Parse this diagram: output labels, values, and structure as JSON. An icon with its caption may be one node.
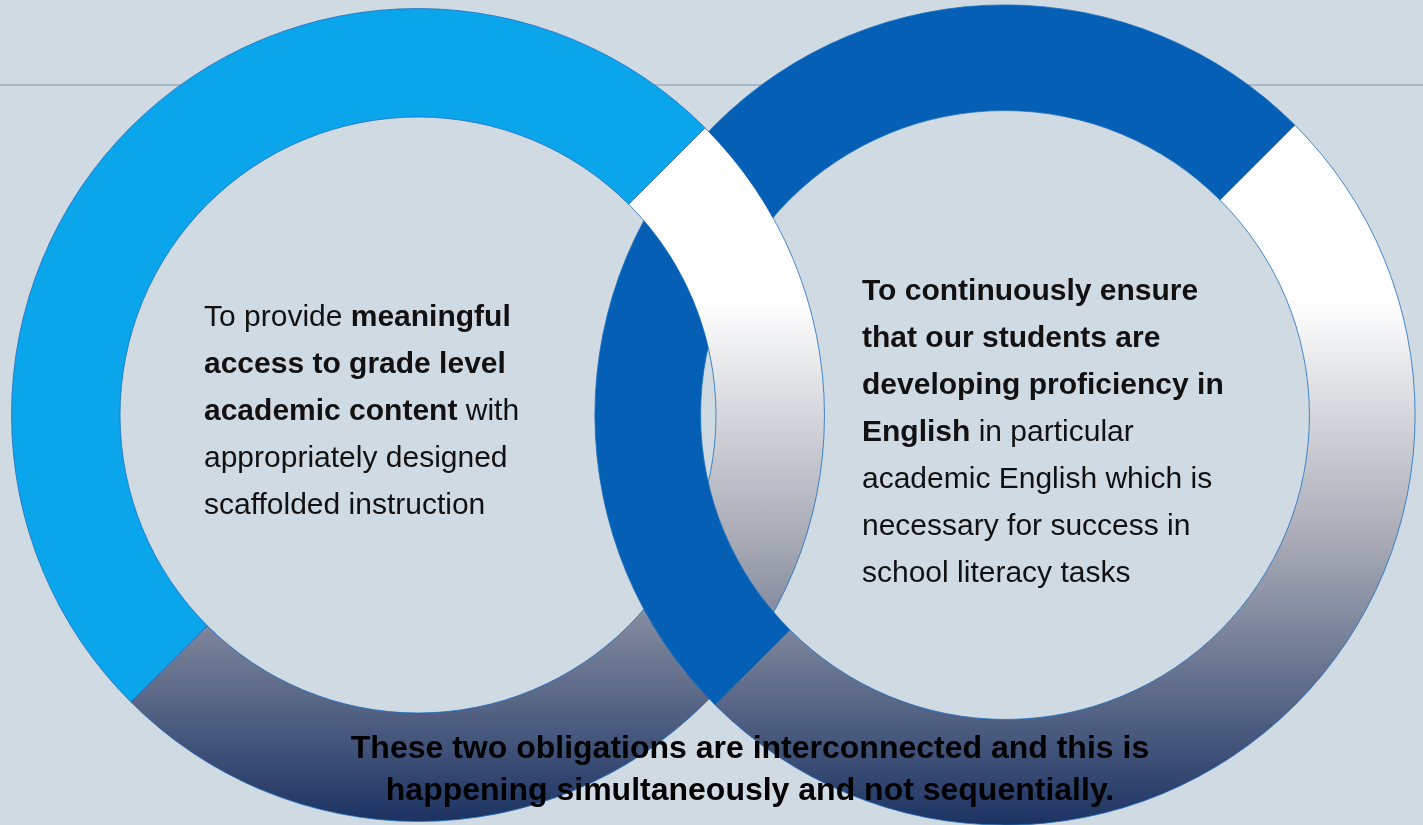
{
  "diagram": {
    "nodes": [
      {
        "text": [
          "To provide **meaningful access to grade level academic content** with appropriately designed scaffolded instruction"
        ]
      },
      {
        "text": [
          "**To continuously ensure that our students are developing proficiency in English** in particular academic English which is necessary for success in school literacy tasks"
        ]
      }
    ],
    "labels": [
      "These two obligations are interconnected and this is happening simultaneously and not sequentially."
    ]
  }
}
